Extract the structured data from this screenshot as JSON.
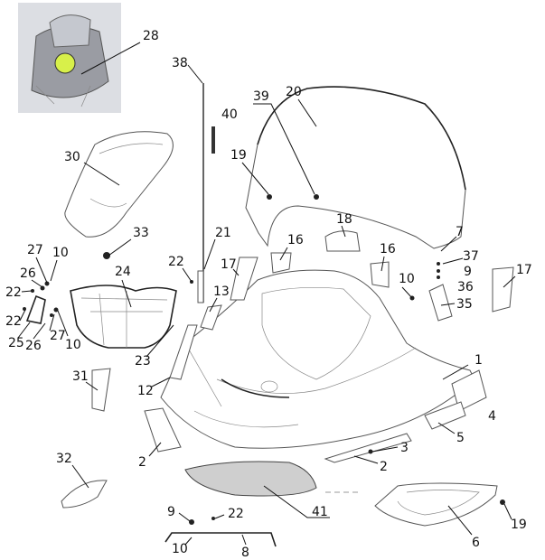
{
  "diagram": {
    "title_shown": false,
    "labels": [
      "28",
      "38",
      "20",
      "39",
      "40",
      "30",
      "19",
      "21",
      "18",
      "16",
      "16",
      "7",
      "37",
      "9",
      "36",
      "10",
      "17",
      "35",
      "33",
      "22",
      "17",
      "13",
      "27",
      "10",
      "26",
      "22",
      "22",
      "25",
      "26",
      "27",
      "10",
      "24",
      "23",
      "12",
      "31",
      "1",
      "4",
      "5",
      "2",
      "3",
      "2",
      "32",
      "41",
      "9",
      "22",
      "10",
      "8",
      "6",
      "19"
    ],
    "colors": {
      "thumbnail_bg": "#d9dbe0",
      "highlight": "#d8f04a",
      "tray": "#cfcfcf"
    }
  }
}
